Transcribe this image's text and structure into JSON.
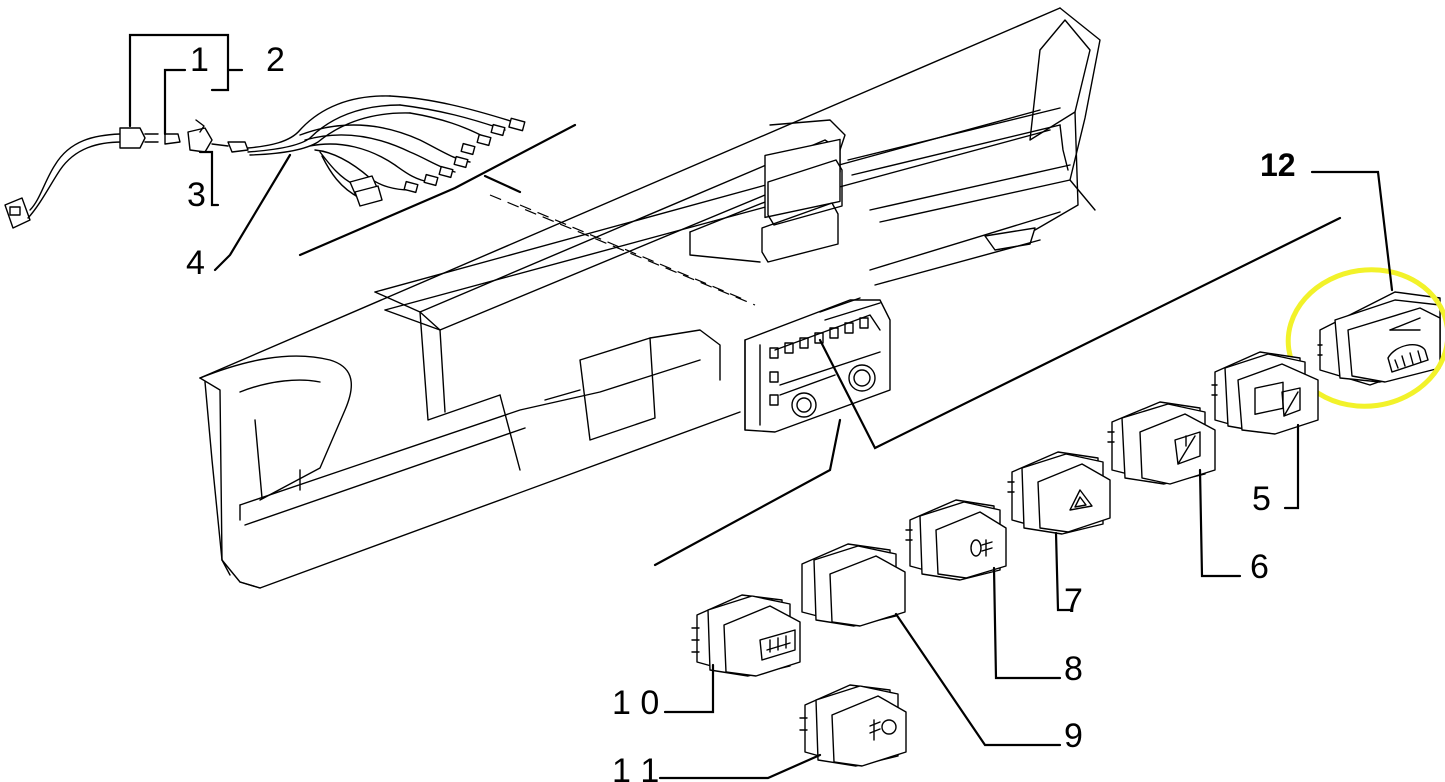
{
  "callouts": {
    "c1": "1",
    "c2": "2",
    "c3": "3",
    "c4": "4",
    "c5": "5",
    "c6": "6",
    "c7": "7",
    "c8": "8",
    "c9": "9",
    "c10": "1 0",
    "c11": "1 1",
    "c12": "12"
  },
  "colors": {
    "line": "#000000",
    "highlight": "#f2f22a",
    "background": "#ffffff"
  },
  "icons": {
    "switch_5": "rear-wiper-icon",
    "switch_6": "rear-wiper-washer-icon",
    "switch_7": "hazard-warning-icon",
    "switch_8": "rear-fog-light-icon",
    "switch_9": "blank-switch",
    "switch_10": "heated-rear-window-icon",
    "switch_11": "front-fog-light-icon",
    "switch_12": "headlamp-leveling-icon"
  }
}
